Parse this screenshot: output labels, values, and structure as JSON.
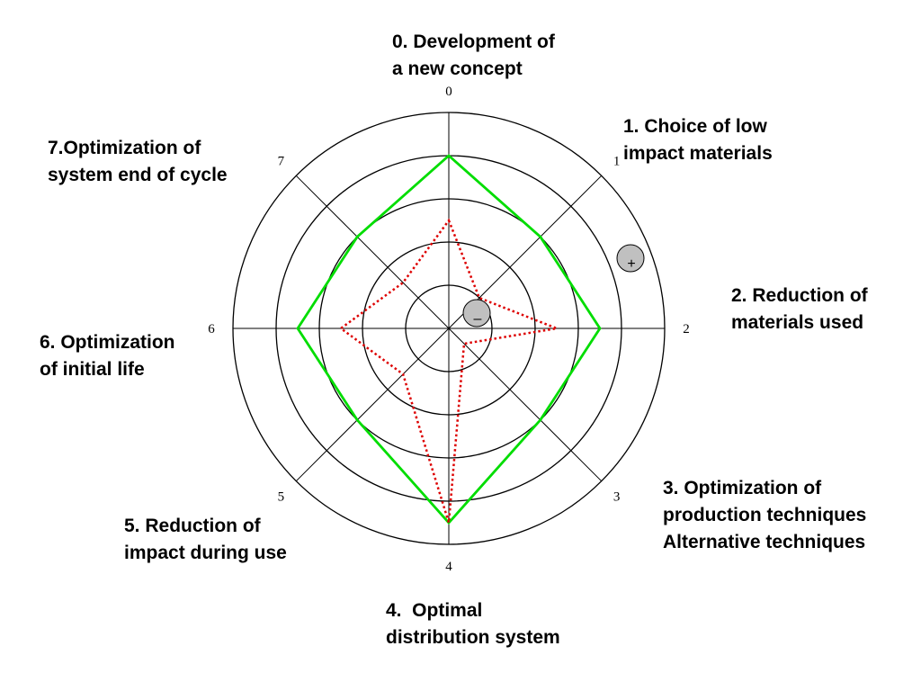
{
  "axes": [
    {
      "index": "0",
      "lines": [
        "0. Development of",
        "a new concept"
      ]
    },
    {
      "index": "1",
      "lines": [
        "1. Choice of low",
        "impact materials"
      ]
    },
    {
      "index": "2",
      "lines": [
        "2. Reduction of",
        "materials used"
      ]
    },
    {
      "index": "3",
      "lines": [
        "3. Optimization of",
        "production techniques",
        "Alternative techniques"
      ]
    },
    {
      "index": "4",
      "lines": [
        "4.  Optimal",
        "distribution system"
      ]
    },
    {
      "index": "5",
      "lines": [
        "5. Reduction of",
        "impact during use"
      ]
    },
    {
      "index": "6",
      "lines": [
        "6. Optimization",
        "of initial life"
      ]
    },
    {
      "index": "7",
      "lines": [
        "7.Optimization of",
        "system end of cycle"
      ]
    }
  ],
  "chart_data": {
    "type": "radar",
    "ring_levels": 5,
    "series": [
      {
        "style": "solid",
        "color": "#00dd00",
        "values": [
          4,
          3,
          3.5,
          3,
          4.5,
          3,
          3.5,
          3
        ]
      },
      {
        "style": "dotted",
        "color": "#dd0000",
        "values": [
          2.5,
          1,
          2.5,
          0.5,
          4.5,
          1.5,
          2.5,
          1.5
        ]
      }
    ],
    "markers": {
      "plus": "+",
      "minus": "–"
    }
  }
}
